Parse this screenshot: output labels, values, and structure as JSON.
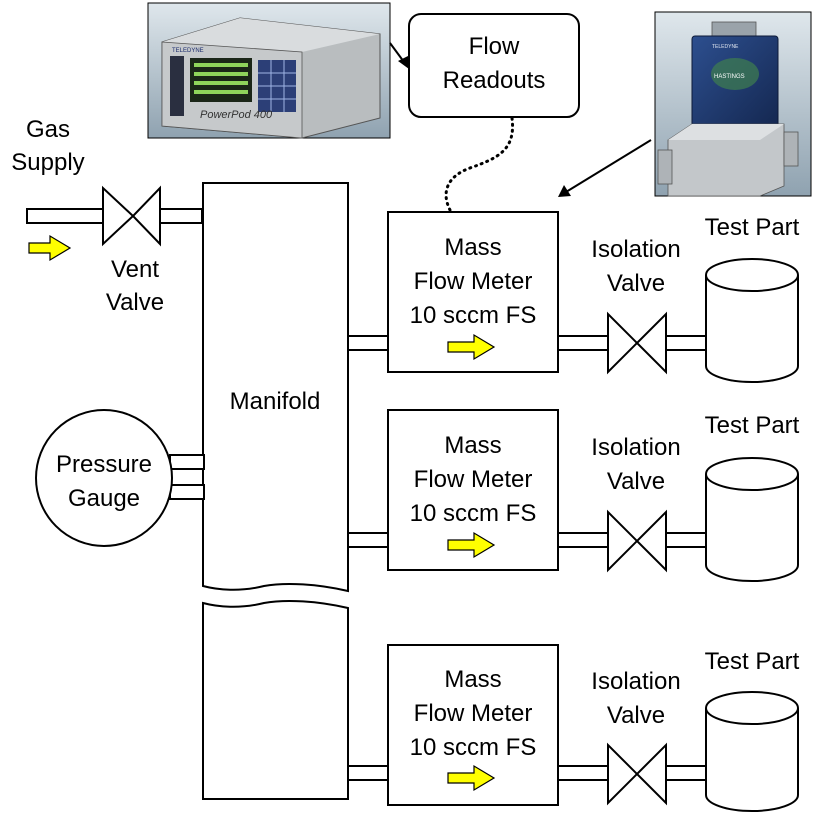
{
  "labels": {
    "gas_supply": [
      "Gas",
      "Supply"
    ],
    "vent_valve": [
      "Vent",
      "Valve"
    ],
    "manifold": "Manifold",
    "pressure_gauge": [
      "Pressure",
      "Gauge"
    ],
    "flow_readouts": [
      "Flow",
      "Readouts"
    ]
  },
  "branches": [
    {
      "meter": [
        "Mass",
        "Flow Meter",
        "10 sccm FS"
      ],
      "valve": [
        "Isolation",
        "Valve"
      ],
      "part": "Test Part"
    },
    {
      "meter": [
        "Mass",
        "Flow Meter",
        "10 sccm FS"
      ],
      "valve": [
        "Isolation",
        "Valve"
      ],
      "part": "Test Part"
    },
    {
      "meter": [
        "Mass",
        "Flow Meter",
        "10 sccm FS"
      ],
      "valve": [
        "Isolation",
        "Valve"
      ],
      "part": "Test Part"
    }
  ],
  "photos": {
    "readout_unit": {
      "brand": "TELEDYNE",
      "model": "PowerPod 400"
    },
    "flow_meter": {
      "brand": "TELEDYNE",
      "model": "HASTINGS"
    }
  },
  "colors": {
    "flow_arrow": "#ffff00",
    "readout_panel": "#c8cbcc",
    "meter_body": "#1f3a73"
  }
}
